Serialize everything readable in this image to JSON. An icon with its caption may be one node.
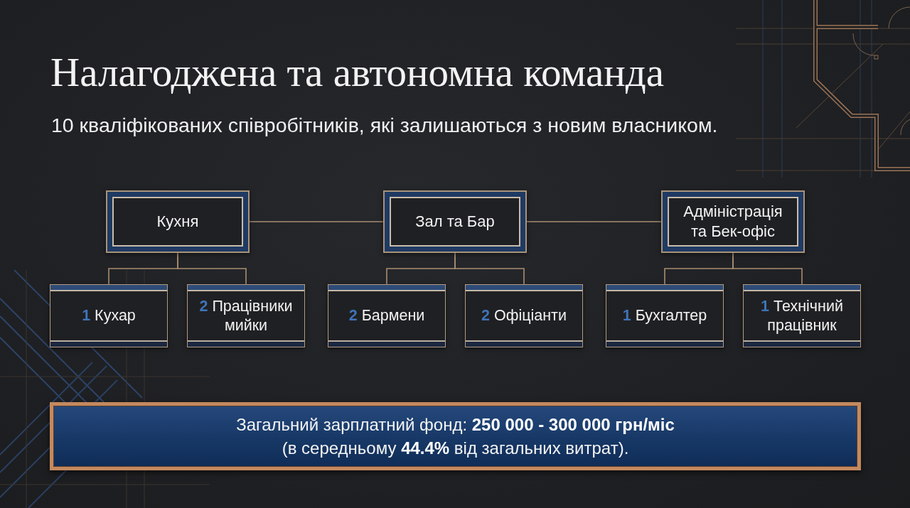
{
  "diagram": {
    "title": "Налагоджена та автономна команда",
    "nodes": [
      {
        "text": [
          "Кухня"
        ]
      },
      {
        "text": [
          "Зал та Бар"
        ]
      },
      {
        "text": [
          "Адміністрація та Бек-офіс"
        ]
      },
      {
        "text": [
          "**1** Кухар"
        ]
      },
      {
        "text": [
          "**2** Працівники мийки"
        ]
      },
      {
        "text": [
          "**2** Бармени"
        ]
      },
      {
        "text": [
          "**2** Офіціанти"
        ]
      },
      {
        "text": [
          "**1** Бухгалтер"
        ]
      },
      {
        "text": [
          "**1** Технічний працівник"
        ]
      },
      {
        "text": [
          "Загальний зарплатний фонд: **250 000 - 300 000 грн/міс** (в середньому **44.4%** від загальних витрат)."
        ]
      }
    ],
    "edges": [
      {
        "from": 0,
        "to": 1,
        "arrow": "none"
      },
      {
        "from": 1,
        "to": 2,
        "arrow": "none"
      },
      {
        "from": 0,
        "to": 3,
        "arrow": "none"
      },
      {
        "from": 0,
        "to": 4,
        "arrow": "none"
      },
      {
        "from": 1,
        "to": 5,
        "arrow": "none"
      },
      {
        "from": 1,
        "to": 6,
        "arrow": "none"
      },
      {
        "from": 2,
        "to": 7,
        "arrow": "none"
      },
      {
        "from": 2,
        "to": 8,
        "arrow": "none"
      }
    ],
    "labels": [
      "10 кваліфікованих співробітників, які залишаються з новим власником."
    ]
  }
}
